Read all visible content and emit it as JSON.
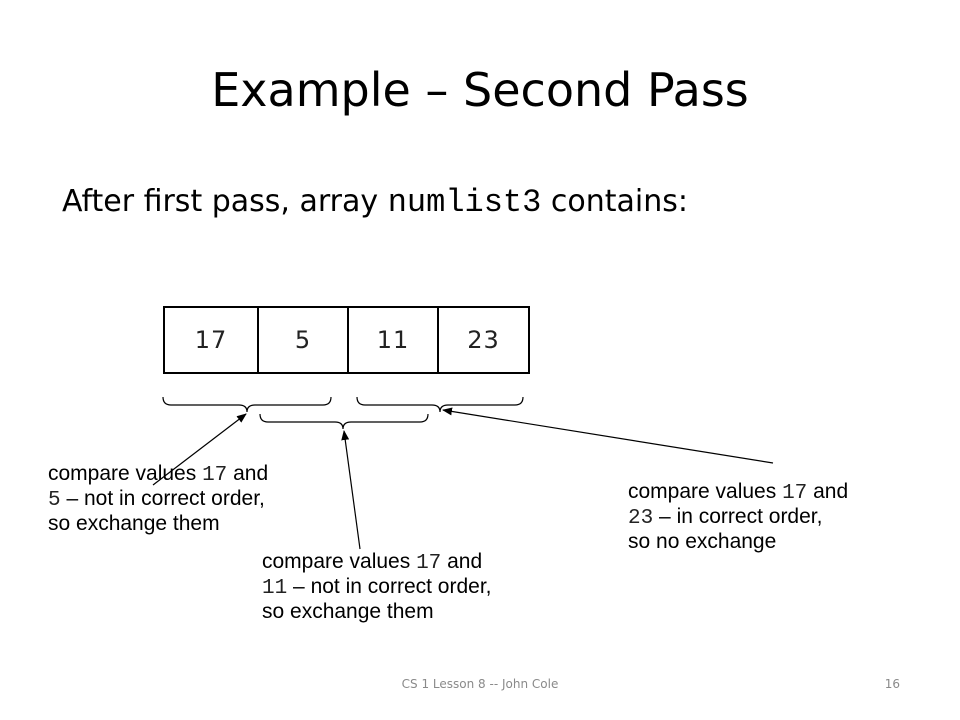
{
  "slide": {
    "title": "Example – Second Pass",
    "subtitle": {
      "before": "After first pass, array ",
      "code": "numlist3",
      "after": " contains:"
    }
  },
  "array": {
    "values": [
      "17",
      "5",
      "11",
      "23"
    ]
  },
  "annotations": [
    {
      "line1_prefix": "compare values ",
      "line1_code": "17",
      "line1_suffix": " and",
      "line2_code": "5",
      "line2_suffix": " – not in correct order,",
      "line3": "so exchange them"
    },
    {
      "line1_prefix": "compare values ",
      "line1_code": "17",
      "line1_suffix": " and",
      "line2_code": "11",
      "line2_suffix": " – not in correct order,",
      "line3": "so exchange them"
    },
    {
      "line1_prefix": "compare values ",
      "line1_code": "17",
      "line1_suffix": " and",
      "line2_code": "23",
      "line2_suffix": " – in correct order,",
      "line3": "so no exchange"
    }
  ],
  "footer": {
    "text": "CS 1 Lesson 8 -- John Cole",
    "page_number": "16"
  }
}
